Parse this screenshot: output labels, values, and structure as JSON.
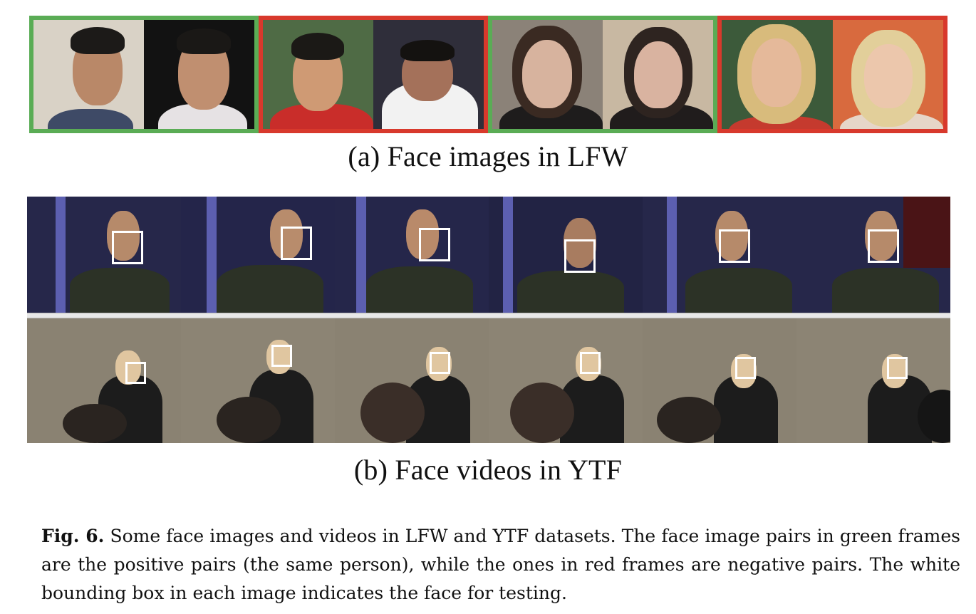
{
  "lfw": {
    "caption": "(a) Face images in LFW",
    "pairs": [
      {
        "frame": "green",
        "label": "positive"
      },
      {
        "frame": "red",
        "label": "negative"
      },
      {
        "frame": "green",
        "label": "positive"
      },
      {
        "frame": "red",
        "label": "negative"
      }
    ]
  },
  "ytf": {
    "caption": "(b) Face videos in YTF",
    "rows": [
      {
        "frames": 6
      },
      {
        "frames": 6
      }
    ]
  },
  "figure": {
    "label": "Fig. 6.",
    "text": "Some face images and videos in LFW and YTF datasets. The face image pairs in green frames are the positive pairs (the same person), while the ones in red frames are negative pairs. The white bounding box in each image indicates the face for testing."
  },
  "colors": {
    "positive_frame": "#5aac55",
    "negative_frame": "#d8392c",
    "bounding_box": "#ffffff"
  }
}
